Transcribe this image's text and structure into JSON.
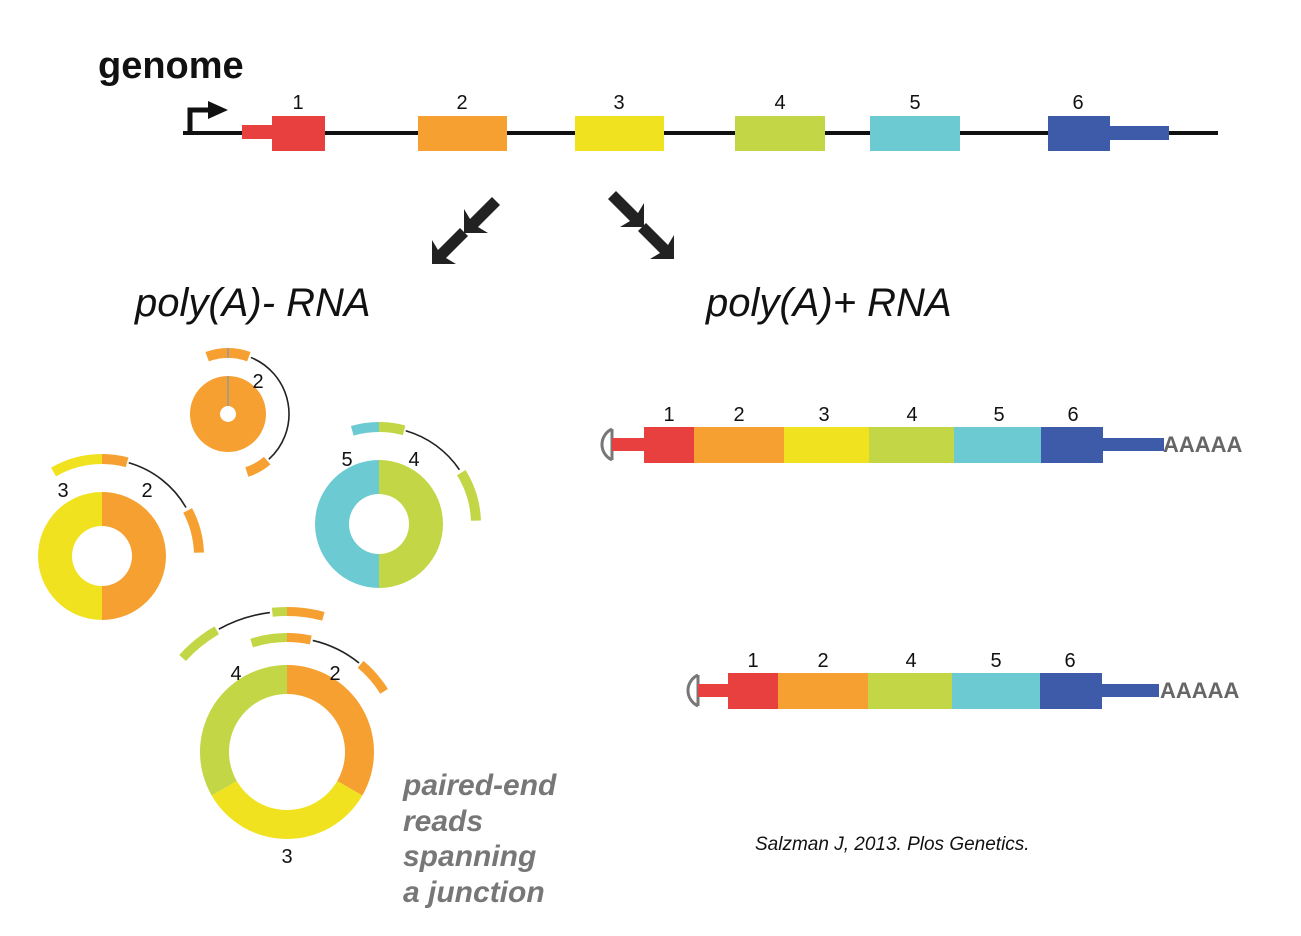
{
  "title": "genome",
  "colors": {
    "exon_1": "#e8403f",
    "exon_2": "#f5a030",
    "exon_3": "#f0e21f",
    "exon_4": "#c3d645",
    "exon_5": "#6ccbd2",
    "exon_6": "#3e5ba9",
    "line": "#111111",
    "cap": "#777777",
    "polya_text": "#666666",
    "note_text": "#777777"
  },
  "genome": {
    "exons": [
      {
        "label": "1"
      },
      {
        "label": "2"
      },
      {
        "label": "3"
      },
      {
        "label": "4"
      },
      {
        "label": "5"
      },
      {
        "label": "6"
      }
    ]
  },
  "left_section": {
    "title": "poly(A)- RNA"
  },
  "right_section": {
    "title": "poly(A)+ RNA"
  },
  "circles": [
    {
      "name": "circle-exon2",
      "exons": [
        "2"
      ],
      "labels": [
        "2"
      ]
    },
    {
      "name": "circle-exon3-2",
      "exons": [
        "3",
        "2"
      ],
      "labels": [
        "3",
        "2"
      ]
    },
    {
      "name": "circle-exon5-4",
      "exons": [
        "5",
        "4"
      ],
      "labels": [
        "5",
        "4"
      ]
    },
    {
      "name": "circle-exon4-2-3",
      "exons": [
        "4",
        "2",
        "3"
      ],
      "labels": [
        "4",
        "2",
        "3"
      ]
    }
  ],
  "mrna_1": {
    "exons": [
      "1",
      "2",
      "3",
      "4",
      "5",
      "6"
    ],
    "polya": "AAAAA"
  },
  "mrna_2": {
    "exons": [
      "1",
      "2",
      "4",
      "5",
      "6"
    ],
    "polya": "AAAAA"
  },
  "note": {
    "lines": [
      "paired-end",
      "reads",
      "spanning",
      "a junction"
    ]
  },
  "citation": "Salzman J, 2013. Plos Genetics."
}
